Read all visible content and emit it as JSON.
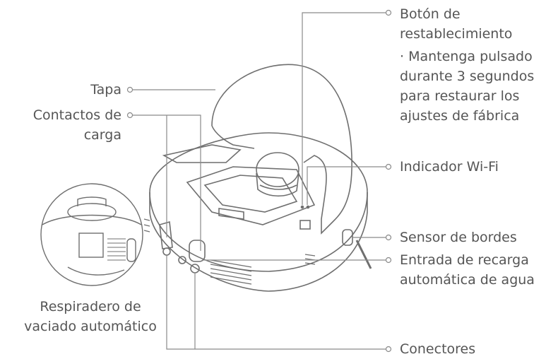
{
  "labels": {
    "reset_button": "Botón de restablecimiento",
    "reset_note": "· Mantenga pulsado durante 3 segundos para restaurar los ajustes de fábrica",
    "lid": "Tapa",
    "charging_contacts": "Contactos de carga",
    "wifi_indicator": "Indicador Wi-Fi",
    "edge_sensor": "Sensor de bordes",
    "water_refill_inlet": "Entrada de recarga automática de agua",
    "auto_empty_vent": "Respiradero de vaciado automático",
    "connectors": "Conectores"
  },
  "colors": {
    "line": "#8a8a8a",
    "text": "#555555",
    "outline": "#6f6f6f"
  }
}
